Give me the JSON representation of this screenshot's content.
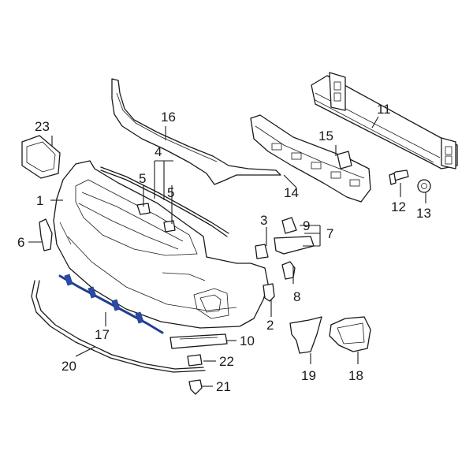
{
  "diagram": {
    "callouts": [
      "1",
      "2",
      "3",
      "4",
      "5",
      "5",
      "6",
      "7",
      "8",
      "9",
      "10",
      "11",
      "12",
      "13",
      "14",
      "15",
      "16",
      "17",
      "18",
      "19",
      "20",
      "21",
      "22",
      "23"
    ],
    "highlight_color": "#1f3f8f"
  }
}
